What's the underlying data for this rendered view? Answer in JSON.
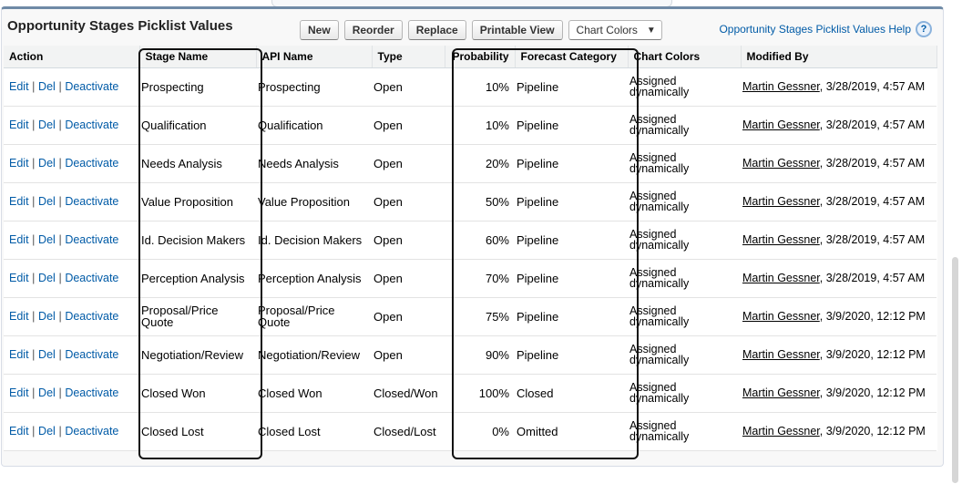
{
  "header": {
    "title": "Opportunity Stages Picklist Values",
    "buttons": {
      "new": "New",
      "reorder": "Reorder",
      "replace": "Replace",
      "printable": "Printable View",
      "chart_colors": "Chart Colors"
    },
    "help_link": "Opportunity Stages Picklist Values Help",
    "help_icon": "?"
  },
  "table": {
    "columns": {
      "action": "Action",
      "stage": "Stage Name",
      "api": "API Name",
      "type": "Type",
      "probability": "Probability",
      "forecast": "Forecast Category",
      "chart": "Chart Colors",
      "modified": "Modified By"
    },
    "action_labels": {
      "edit": "Edit",
      "del": "Del",
      "deactivate": "Deactivate",
      "separator": "|"
    },
    "rows": [
      {
        "stage": "Prospecting",
        "api": "Prospecting",
        "type": "Open",
        "probability": "10%",
        "forecast": "Pipeline",
        "chart": "Assigned dynamically",
        "user": "Martin Gessner",
        "date": ", 3/28/2019, 4:57 AM"
      },
      {
        "stage": "Qualification",
        "api": "Qualification",
        "type": "Open",
        "probability": "10%",
        "forecast": "Pipeline",
        "chart": "Assigned dynamically",
        "user": "Martin Gessner",
        "date": ", 3/28/2019, 4:57 AM"
      },
      {
        "stage": "Needs Analysis",
        "api": "Needs Analysis",
        "type": "Open",
        "probability": "20%",
        "forecast": "Pipeline",
        "chart": "Assigned dynamically",
        "user": "Martin Gessner",
        "date": ", 3/28/2019, 4:57 AM"
      },
      {
        "stage": "Value Proposition",
        "api": "Value Proposition",
        "type": "Open",
        "probability": "50%",
        "forecast": "Pipeline",
        "chart": "Assigned dynamically",
        "user": "Martin Gessner",
        "date": ", 3/28/2019, 4:57 AM"
      },
      {
        "stage": "Id. Decision Makers",
        "api": "Id. Decision Makers",
        "type": "Open",
        "probability": "60%",
        "forecast": "Pipeline",
        "chart": "Assigned dynamically",
        "user": "Martin Gessner",
        "date": ", 3/28/2019, 4:57 AM"
      },
      {
        "stage": "Perception Analysis",
        "api": "Perception Analysis",
        "type": "Open",
        "probability": "70%",
        "forecast": "Pipeline",
        "chart": "Assigned dynamically",
        "user": "Martin Gessner",
        "date": ", 3/28/2019, 4:57 AM"
      },
      {
        "stage": "Proposal/Price Quote",
        "api": "Proposal/Price Quote",
        "type": "Open",
        "probability": "75%",
        "forecast": "Pipeline",
        "chart": "Assigned dynamically",
        "user": "Martin Gessner",
        "date": ", 3/9/2020, 12:12 PM"
      },
      {
        "stage": "Negotiation/Review",
        "api": "Negotiation/Review",
        "type": "Open",
        "probability": "90%",
        "forecast": "Pipeline",
        "chart": "Assigned dynamically",
        "user": "Martin Gessner",
        "date": ", 3/9/2020, 12:12 PM"
      },
      {
        "stage": "Closed Won",
        "api": "Closed Won",
        "type": "Closed/Won",
        "probability": "100%",
        "forecast": "Closed",
        "chart": "Assigned dynamically",
        "user": "Martin Gessner",
        "date": ", 3/9/2020, 12:12 PM"
      },
      {
        "stage": "Closed Lost",
        "api": "Closed Lost",
        "type": "Closed/Lost",
        "probability": "0%",
        "forecast": "Omitted",
        "chart": "Assigned dynamically",
        "user": "Martin Gessner",
        "date": ", 3/9/2020, 12:12 PM"
      }
    ]
  },
  "colors": {
    "link": "#015ba7",
    "panel_border": "#6f8aa6",
    "header_bg": "#f2f3f3"
  }
}
